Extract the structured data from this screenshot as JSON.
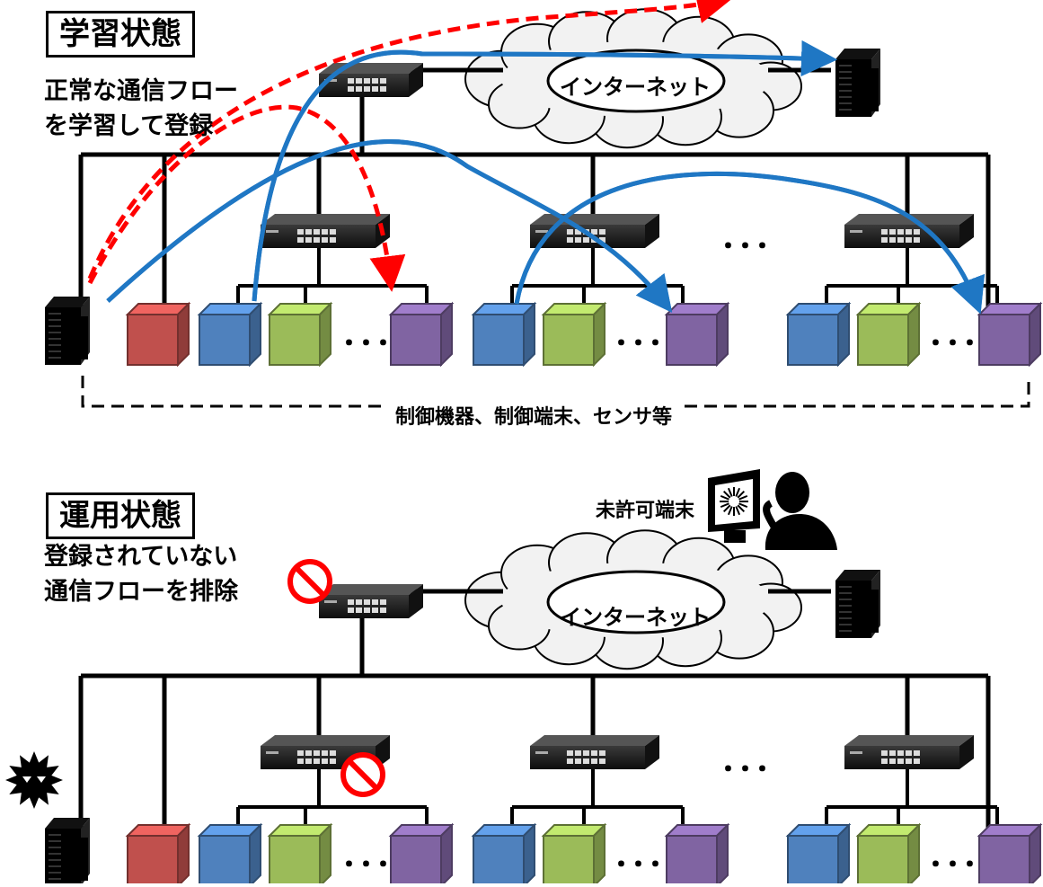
{
  "learning": {
    "title": "学習状態",
    "desc_lines": [
      "正常な通信フロー",
      "を学習して登録"
    ],
    "internet": "インターネット",
    "ellipsis": "･･･",
    "group_label": "制御機器、制御端末、センサ等"
  },
  "operation": {
    "title": "運用状態",
    "desc_lines": [
      "登録されていない",
      "通信フローを排除"
    ],
    "internet": "インターネット",
    "ellipsis": "･･･",
    "unauthorized_label": "未許可端末"
  },
  "colors": {
    "flow_normal": "#1f77c4",
    "flow_blocked": "#ff0000",
    "device_red": "#c0504d",
    "device_blue": "#4f81bd",
    "device_green": "#9bbb59",
    "device_purple": "#8064a2"
  },
  "icons": {
    "switch": "network-switch-icon",
    "server": "server-icon",
    "prohibited": "prohibited-icon",
    "virus": "virus-icon",
    "attacker": "attacker-icon"
  }
}
